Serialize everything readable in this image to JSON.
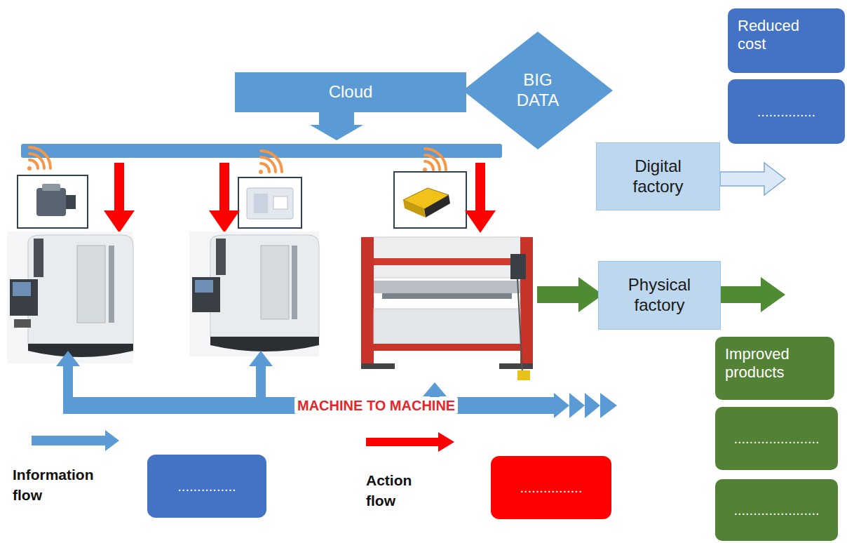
{
  "diagram": {
    "nodes": [
      {
        "text": [
          "Cloud"
        ]
      },
      {
        "text": [
          "BIG DATA"
        ]
      },
      {
        "text": [
          "Reduced cost"
        ]
      },
      {
        "text": [
          "..............."
        ]
      },
      {
        "text": [
          "Digital factory"
        ]
      },
      {
        "text": [
          "Physical factory"
        ]
      },
      {
        "text": [
          "Improved products"
        ]
      },
      {
        "text": [
          "......................"
        ]
      },
      {
        "text": [
          "......................"
        ]
      },
      {
        "text": [
          "..............."
        ]
      },
      {
        "text": [
          "................"
        ]
      }
    ],
    "edges": [
      {
        "from": 0,
        "to": 1,
        "arrow": "none"
      }
    ],
    "labels": [
      "MACHINE TO MACHINE"
    ],
    "legend": [
      {
        "text": "Information flow"
      },
      {
        "text": "Action flow"
      }
    ]
  }
}
